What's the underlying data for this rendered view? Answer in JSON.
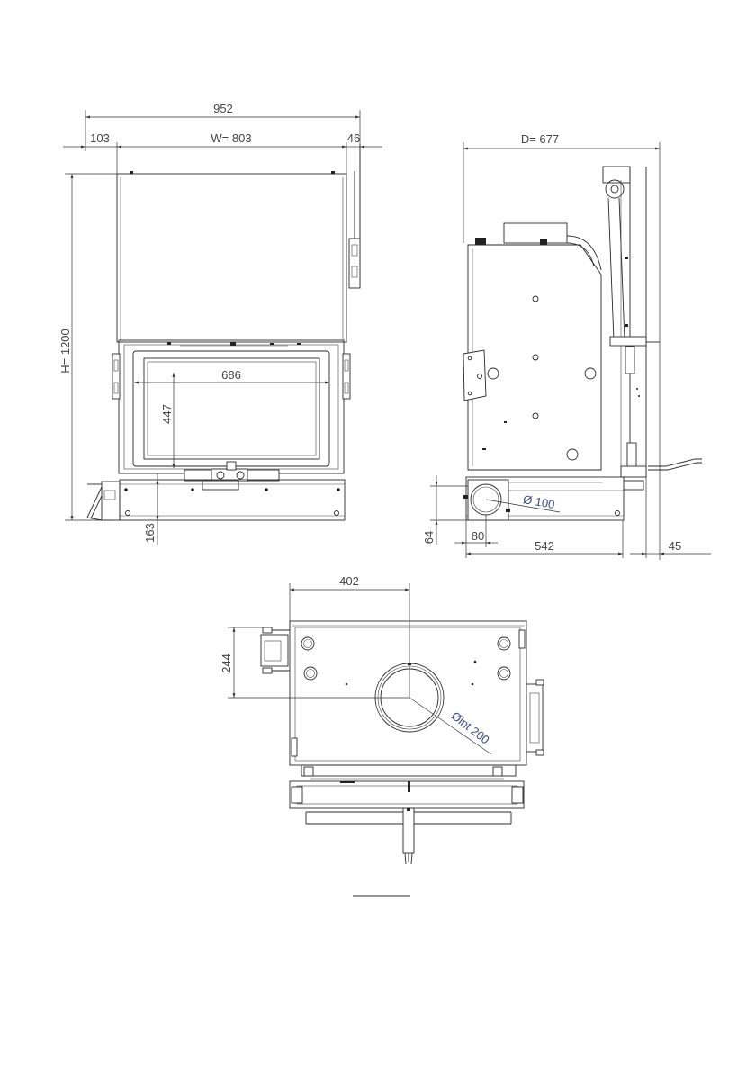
{
  "front_view": {
    "overall_width": "952",
    "left_offset": "103",
    "width": "W= 803",
    "right_offset": "46",
    "height": "H= 1200",
    "glass_width": "686",
    "glass_height": "447",
    "base_height": "163"
  },
  "side_view": {
    "depth": "D= 677",
    "flue_diameter": "Ø 100",
    "flue_height": "64",
    "flue_offset": "80",
    "base_depth": "542",
    "handle_offset": "45"
  },
  "bottom_view": {
    "flue_offset_x": "402",
    "flue_offset_y": "244",
    "flue_diameter": "Øint 200"
  }
}
